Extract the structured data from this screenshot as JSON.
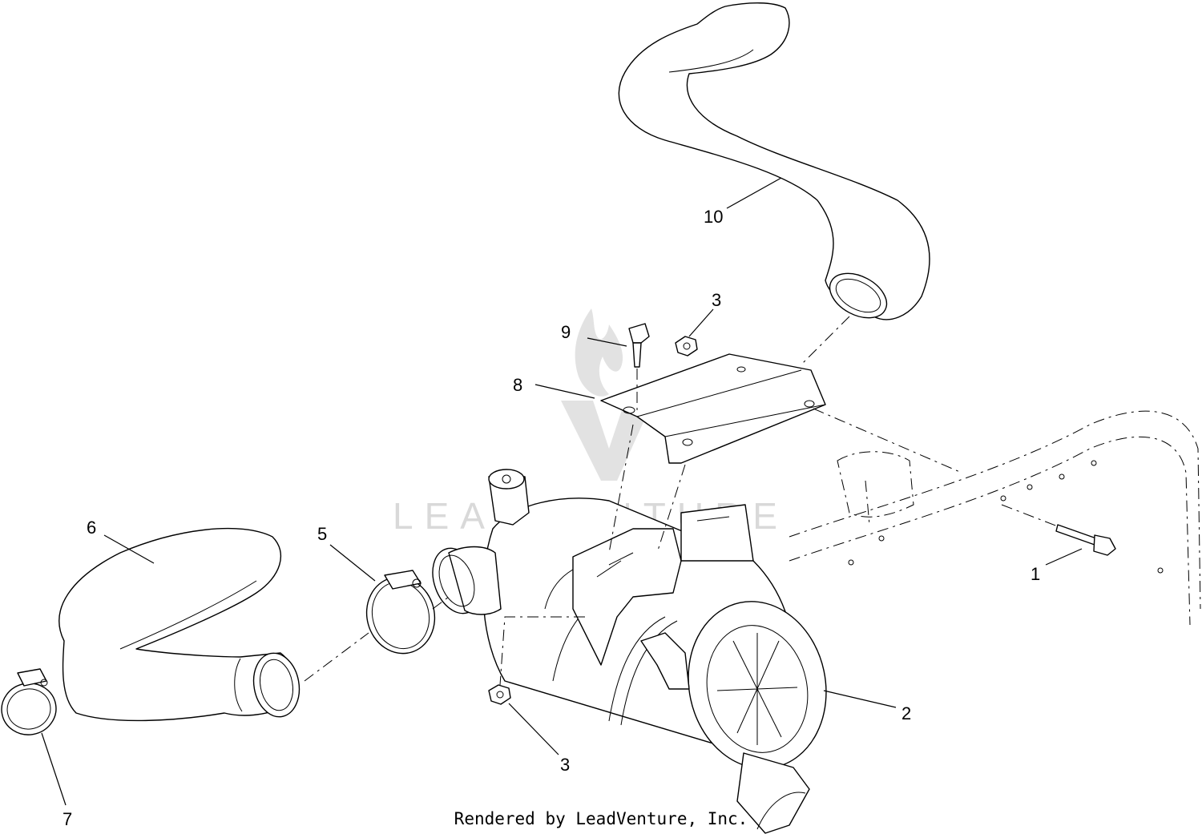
{
  "callouts": {
    "c1": "1",
    "c2": "2",
    "c3a": "3",
    "c3b": "3",
    "c5": "5",
    "c6": "6",
    "c7": "7",
    "c8": "8",
    "c9": "9",
    "c10": "10"
  },
  "watermark": {
    "text": "LEADVENTURE"
  },
  "footer": {
    "credit": "Rendered by LeadVenture, Inc."
  }
}
